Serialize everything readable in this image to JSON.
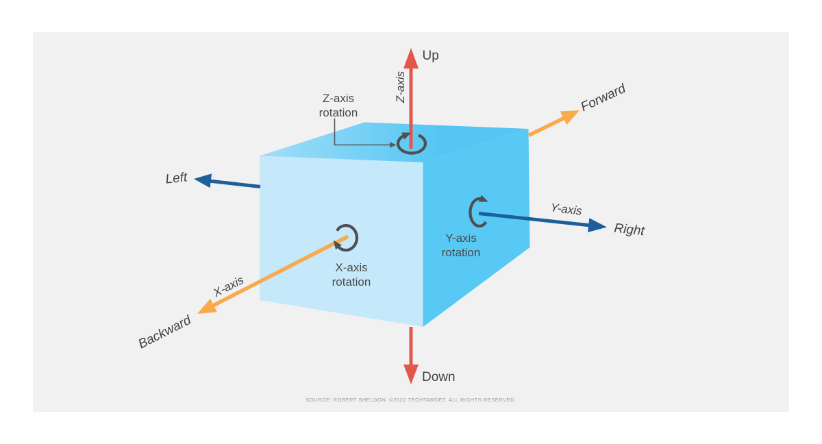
{
  "panel": {
    "background": "#f1f1f2"
  },
  "colors": {
    "axis_z": "#e2574c",
    "axis_y": "#1d5e9b",
    "axis_x": "#f9aa4b",
    "box_front": "#c5e8fb",
    "box_top_light": "#9cdcf8",
    "box_top_dark": "#55c6f3",
    "box_right": "#58c8f5",
    "rotation_icon": "#4f4f4f",
    "leader": "#58595b",
    "label_text": "#414042",
    "footer_text": "#9b9b9b"
  },
  "labels": {
    "up": "Up",
    "down": "Down",
    "left": "Left",
    "right": "Right",
    "forward": "Forward",
    "backward": "Backward"
  },
  "axis_labels": {
    "x": "X-axis",
    "y": "Y-axis",
    "z": "Z-axis"
  },
  "rotation_labels": {
    "z": {
      "line1": "Z-axis",
      "line2": "rotation"
    },
    "x": {
      "line1": "X-axis",
      "line2": "rotation"
    },
    "y": {
      "line1": "Y-axis",
      "line2": "rotation"
    }
  },
  "footer": {
    "source": "SOURCE: ROBERT SHELDON. ©2022 TECHTARGET. ALL RIGHTS RESERVED."
  }
}
